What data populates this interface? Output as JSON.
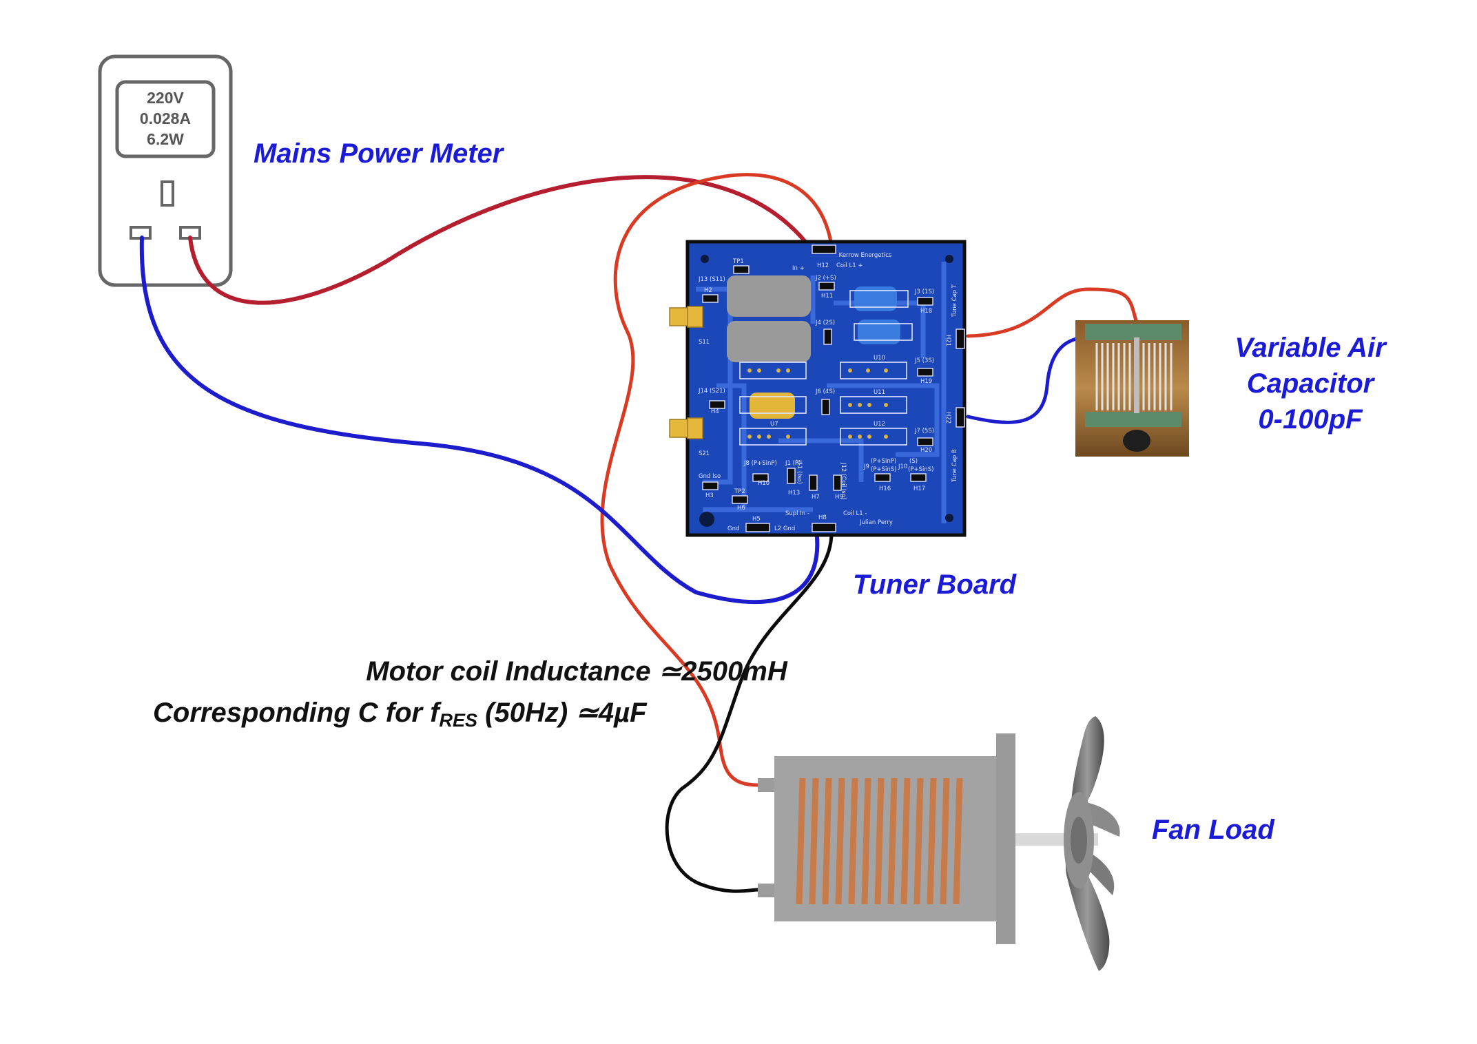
{
  "power_meter": {
    "line1": "220V",
    "line2": "0.028A",
    "line3": "6.2W",
    "label": "Mains Power Meter"
  },
  "board": {
    "label": "Tuner Board",
    "brand": "Kerrow Energetics",
    "author": "Julian Perry",
    "silkscreen": {
      "tp1": "TP1",
      "in_plus": "In +",
      "h12": "H12",
      "coil_l1_plus": "Coil L1 +",
      "j13": "J13 (S11)",
      "h2": "H2",
      "j2": "J2 (+S)",
      "h11": "H11",
      "j3": "J3 (1S)",
      "h18": "H18",
      "tune_cap_t": "Tune Cap T",
      "s11": "S11",
      "j4": "J4 (2S)",
      "h21": "H21",
      "u10": "U10",
      "j5": "J5 (3S)",
      "h19": "H19",
      "j14": "J14 (S21)",
      "h4": "H4",
      "j6": "J6 (4S)",
      "u11": "U11",
      "h22": "H22",
      "s21": "S21",
      "u7": "U7",
      "u12": "U12",
      "j7": "J7 (5S)",
      "h20": "H20",
      "tune_cap_b": "Tune Cap B",
      "j8": "J8 (P+SinP)",
      "j1": "J1 (P)",
      "j9": "J9",
      "j9_val": "(P+SinP)",
      "j9_val2": "(P+SinS)",
      "j10": "J10",
      "j10_val": "(S)",
      "j10_val2": "(P+SinS)",
      "h10": "H10",
      "h16": "H16",
      "h17": "H17",
      "gnd_iso": "Gnd Iso",
      "h3": "H3",
      "tp2": "TP2",
      "h6": "H6",
      "h13": "H13",
      "h7": "H7",
      "h9": "H9",
      "j11": "J11 (Iso)",
      "j12": "J12 (Coil Iso)",
      "h5": "H5",
      "gnd": "Gnd",
      "l2_gnd": "L2 Gnd",
      "supl_in": "Supl In -",
      "h8": "H8",
      "coil_l1_minus": "Coil L1 -"
    }
  },
  "capacitor": {
    "line1": "Variable Air",
    "line2": "Capacitor",
    "line3": "0-100pF"
  },
  "fan": {
    "label": "Fan Load"
  },
  "note": {
    "line1": "Motor coil Inductance ≃2500mH",
    "line2_prefix": "Corresponding C for f",
    "line2_sub": "RES",
    "line2_suffix": " (50Hz) ≃4µF"
  },
  "colors": {
    "wire_red_dark": "#b51e2e",
    "wire_red": "#d93a24",
    "wire_blue": "#1c1ccc",
    "wire_black": "#0a0a0a",
    "pcb_blue": "#1c47b8",
    "label_blue": "#1b1bd6",
    "motor_gray": "#a3a3a3",
    "coil_copper": "#c77b4a"
  }
}
